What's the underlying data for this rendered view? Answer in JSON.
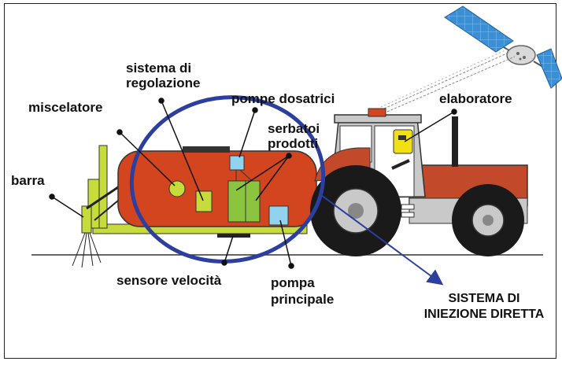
{
  "labels": {
    "barra": "barra",
    "miscelatore": "miscelatore",
    "sistema_line1": "sistema di",
    "sistema_line2": "regolazione",
    "pompe_dosatrici": "pompe dosatrici",
    "serbatoi_line1": "serbatoi",
    "serbatoi_line2": "prodotti",
    "elaboratore": "elaboratore",
    "sensore_velocita": "sensore velocità",
    "pompa_line1": "pompa",
    "pompa_line2": "principale",
    "system_line1": "SISTEMA DI",
    "system_line2": "INIEZIONE DIRETTA"
  },
  "colors": {
    "tank_red": "#d2451e",
    "tractor_red": "#c2492a",
    "frame_green": "#c7dc3a",
    "small_tank_green": "#8bc53f",
    "pump_blue": "#8fd3ef",
    "ellipse_blue": "#2c3e9e",
    "satellite_blue": "#3a8fd6",
    "tyre": "#1a1a1a",
    "cab_grey": "#c9c9c9"
  },
  "icons": {
    "satellite": "satellite-icon",
    "tractor": "tractor-icon",
    "sprayer": "sprayer-tank-icon"
  }
}
